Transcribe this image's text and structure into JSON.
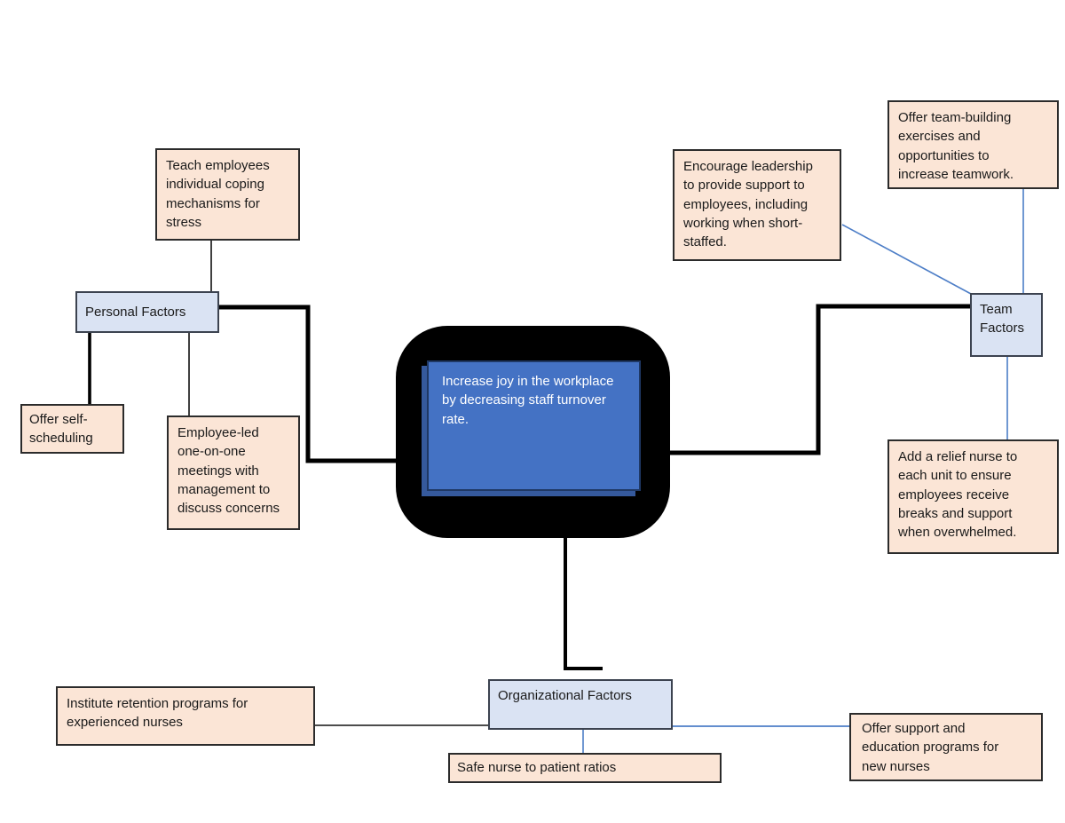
{
  "diagram": {
    "center": {
      "label": "Increase joy in the workplace by decreasing staff turnover rate."
    },
    "categories": {
      "personal": {
        "label": "Personal Factors"
      },
      "team": {
        "label": "Team Factors"
      },
      "organizational": {
        "label": "Organizational Factors"
      }
    },
    "ideas": {
      "coping": "Teach employees individual coping mechanisms for stress",
      "self_scheduling": "Offer self-scheduling",
      "meetings": "Employee-led one-on-one meetings with management to discuss concerns",
      "leadership": "Encourage leadership to provide support to employees, including working when short-staffed.",
      "team_building": "Offer team-building exercises and opportunities to increase teamwork.",
      "relief_nurse": "Add a relief nurse to each unit to ensure employees receive breaks and support when overwhelmed.",
      "retention": "Institute retention programs for experienced nurses",
      "ratios": "Safe nurse to patient ratios",
      "new_nurse_support": "Offer support and education programs for new nurses"
    },
    "colors": {
      "idea_fill": "#fbe5d6",
      "idea_border": "#2b2b2b",
      "category_fill": "#dae3f3",
      "category_border": "#3c4350",
      "center_fill": "#4472c4",
      "center_border": "#1f3864",
      "center_frame": "#000000",
      "connector_blue": "#4d7ec7",
      "connector_dark": "#111111",
      "text": "#1a1a1a"
    }
  }
}
